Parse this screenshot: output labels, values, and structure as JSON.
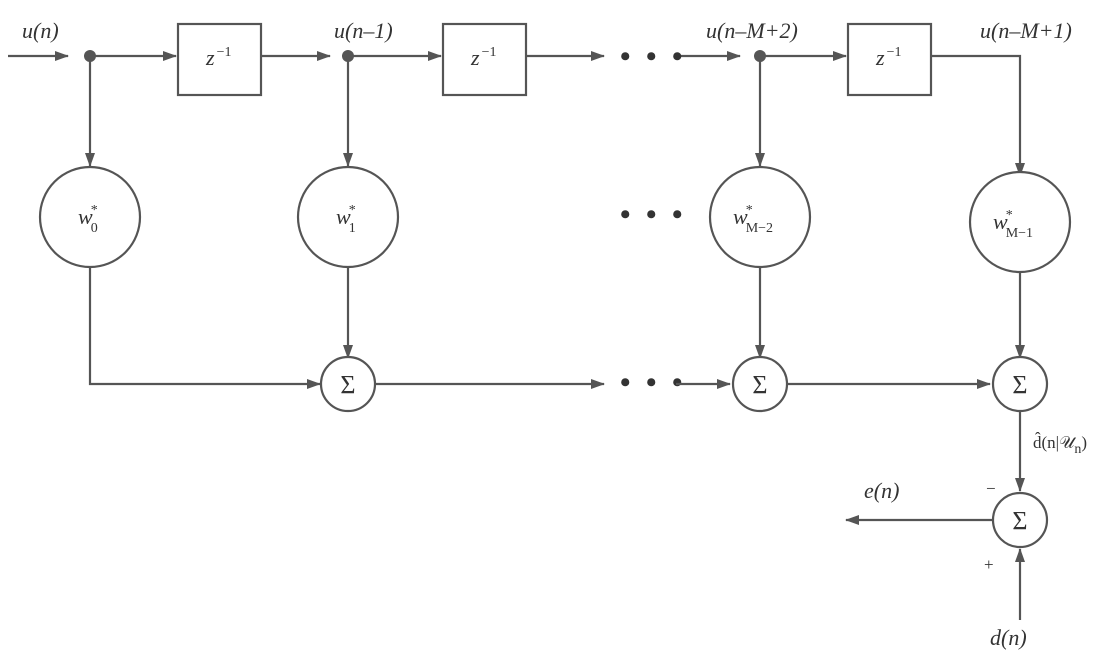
{
  "labels": {
    "input": "u(n)",
    "tap1": "u(n–1)",
    "tapM2": "u(n–M+2)",
    "tapM1": "u(n–M+1)",
    "delay": "z",
    "delay_exp": "−1",
    "w_base": "w",
    "w_star": "*",
    "w0_sub": "0",
    "w1_sub": "1",
    "wM2_sub": "M−2",
    "wM1_sub": "M−1",
    "sum": "Σ",
    "ellipsis": "• • •",
    "estimate": "d̂(n|𝒰",
    "estimate_sub": "n",
    "estimate_close": ")",
    "error": "e(n)",
    "desired": "d(n)",
    "minus": "−",
    "plus": "+"
  }
}
